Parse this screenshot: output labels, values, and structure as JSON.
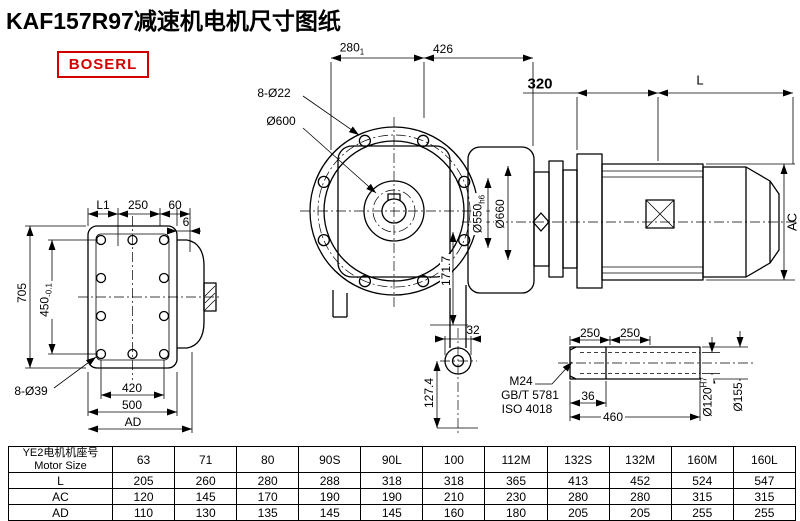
{
  "title": {
    "model": "KAF157R97",
    "suffix": "减速机电机尺寸图纸"
  },
  "logo": "BOSERL",
  "colors": {
    "ink": "#000000",
    "accent": "#d40000"
  },
  "labels": {
    "dim_280": "280",
    "dim_280_sub": "1",
    "dim_426": "426",
    "holes_front": "8-Ø22",
    "dia_600": "Ø600",
    "dim_320": "320",
    "dim_L": "L",
    "dim_AC": "AC",
    "dim_L1": "L1",
    "dim_250": "250",
    "dim_60": "60",
    "dim_6": "6",
    "dim_705": "705",
    "dim_450": "450",
    "dim_450_sub": "-0.1",
    "holes_side": "8-Ø39",
    "dim_420": "420",
    "dim_500": "500",
    "dim_AD": "AD",
    "dia_550": "Ø550",
    "dia_550_sub": "h6",
    "dia_660": "Ø660",
    "dim_171_7": "171.7",
    "dim_32": "32",
    "dim_127_4": "127.4",
    "dim_250a": "250",
    "dim_250b": "250",
    "thread": "M24",
    "std_gbt": "GB/T 5781",
    "std_iso": "ISO 4018",
    "dim_36": "36",
    "dim_460": "460",
    "dia_120": "Ø120",
    "dia_120_sup": "H7",
    "dia_155": "Ø155"
  },
  "table": {
    "header_cn": "YE2电机机座号",
    "header_en": "Motor Size",
    "sizes": [
      "63",
      "71",
      "80",
      "90S",
      "90L",
      "100",
      "112M",
      "132S",
      "132M",
      "160M",
      "160L"
    ],
    "rows": [
      {
        "label": "L",
        "values": [
          "205",
          "260",
          "280",
          "288",
          "318",
          "318",
          "365",
          "413",
          "452",
          "524",
          "547"
        ]
      },
      {
        "label": "AC",
        "values": [
          "120",
          "145",
          "170",
          "190",
          "190",
          "210",
          "230",
          "280",
          "280",
          "315",
          "315"
        ]
      },
      {
        "label": "AD",
        "values": [
          "110",
          "130",
          "135",
          "145",
          "145",
          "160",
          "180",
          "205",
          "205",
          "255",
          "255"
        ]
      }
    ]
  }
}
